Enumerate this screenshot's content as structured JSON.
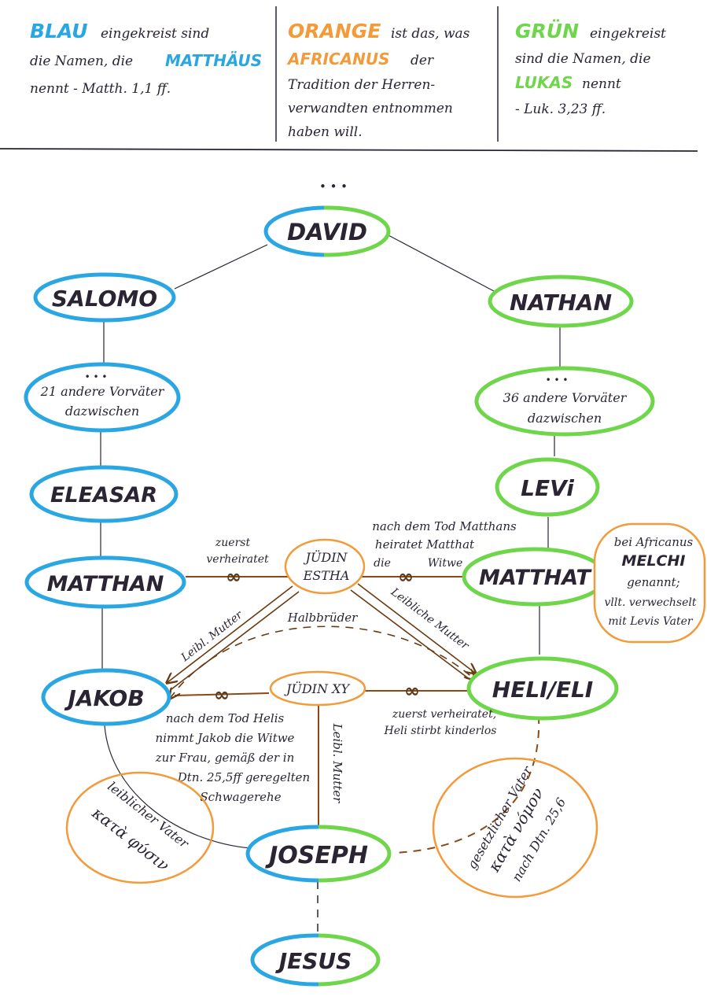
{
  "colors": {
    "blue": "#2aa7e2",
    "orange": "#f39a3b",
    "green": "#6fd64b",
    "ink": "#2a2433",
    "marriage": "#8a4a16"
  },
  "legend": {
    "blue": {
      "keyword": "BLAU",
      "line1": "eingekreist sind",
      "line2_a": "die Namen, die",
      "line2_b": "MATTHÄUS",
      "line3": "nennt - Matth. 1,1 ff."
    },
    "orange": {
      "keyword": "ORANGE",
      "line1": "ist das, was",
      "line2_a": "AFRICANUS",
      "line2_b": "der",
      "line3": "Tradition der Herren-",
      "line4": "verwandten entnommen",
      "line5": "haben will."
    },
    "green": {
      "keyword": "GRÜN",
      "line1": "eingekreist",
      "line2": "sind die Namen, die",
      "line3_a": "LUKAS",
      "line3_b": "nennt",
      "line4": "- Luk. 3,23 ff."
    }
  },
  "top_ellipsis": "• • •",
  "nodes": {
    "david": "DAVID",
    "salomo": "SALOMO",
    "nathan": "NATHAN",
    "blue_gap": {
      "dots": "• • •",
      "line1": "21 andere Vorväter",
      "line2": "dazwischen"
    },
    "green_gap": {
      "dots": "• • •",
      "line1": "36 andere Vorväter",
      "line2": "dazwischen"
    },
    "eleasar": "ELEASAR",
    "levi": "LEVi",
    "matthan": "MATTHAN",
    "matthat": "MATTHAT",
    "estha": {
      "line1": "JÜDIN",
      "line2": "ESTHA"
    },
    "jakob": "JAKOB",
    "heli": "HELI/ELI",
    "xy": "JÜDIN XY",
    "joseph": "JOSEPH",
    "jesus": "JESUS"
  },
  "notes": {
    "melchi": {
      "line1": "bei Africanus",
      "line2": "MELCHI",
      "line3": "genannt;",
      "line4": "vllt. verwechselt",
      "line5": "mit Levis Vater"
    },
    "first_married_estha": {
      "line1": "zuerst",
      "line2": "verheiratet"
    },
    "after_matthan": {
      "line1": "nach dem Tod Matthans",
      "line2": "heiratet Matthat",
      "line3": "die",
      "line4": "Witwe"
    },
    "halfbrothers": "Halbbrüder",
    "mother_left": "Leibl. Mutter",
    "mother_right": "Leibliche Mutter",
    "first_married_xy": {
      "line1": "zuerst verheiratet,",
      "line2": "Heli stirbt kinderlos"
    },
    "levirate": {
      "line1": "nach dem Tod Helis",
      "line2": "nimmt Jakob die Witwe",
      "line3": "zur Frau, gemäß der in",
      "line4": "Dtn. 25,5ff geregelten",
      "line5": "Schwagerehe"
    },
    "mother_joseph": "Leibl. Mutter",
    "bio_father": {
      "line1": "leiblicher Vater",
      "line2": "κατὰ φύσιν"
    },
    "legal_father": {
      "line1": "gesetzlicher Vater",
      "line2": "κατὰ νόμον",
      "line3": "nach Dtn. 25,6"
    }
  },
  "marriage_symbol": "∞"
}
